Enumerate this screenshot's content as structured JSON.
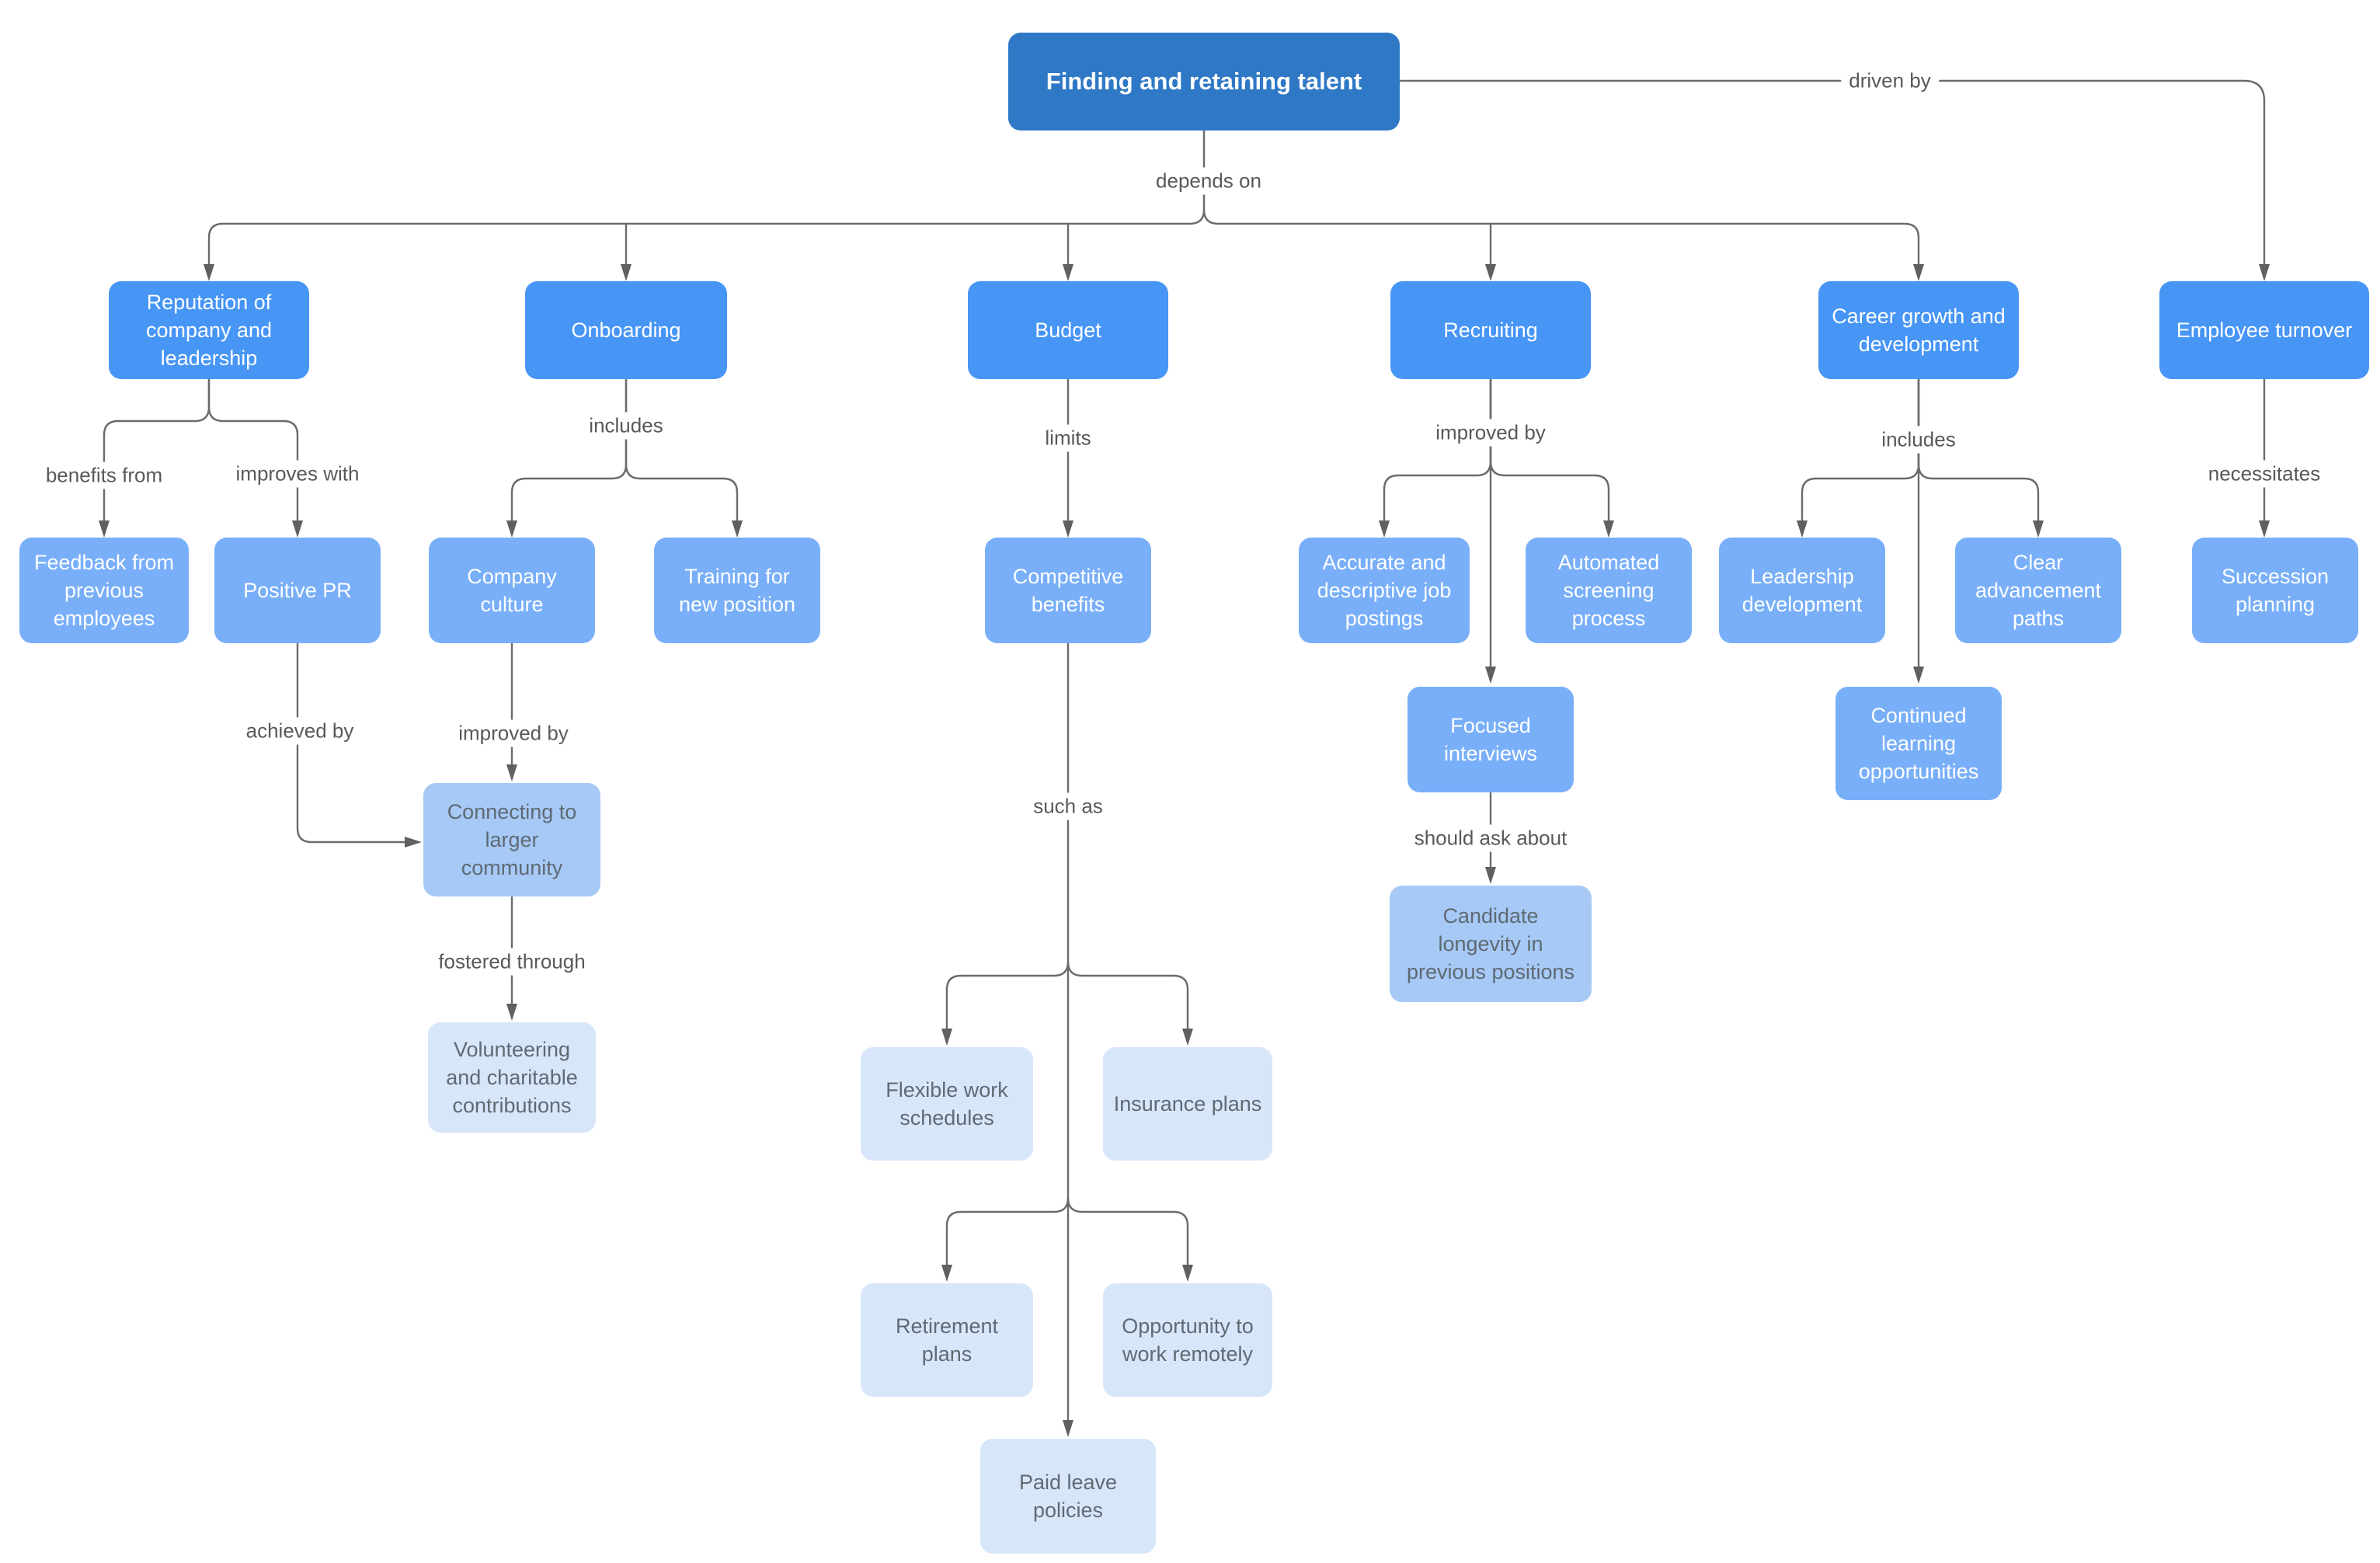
{
  "diagram": {
    "root_label": "Finding and retaining talent"
  },
  "nodes": [
    {
      "id": "finding-retaining-talent",
      "label": "Finding and retaining talent",
      "level": "root"
    },
    {
      "id": "reputation",
      "label": "Reputation of company and leadership",
      "level": "l1"
    },
    {
      "id": "onboarding",
      "label": "Onboarding",
      "level": "l1"
    },
    {
      "id": "budget",
      "label": "Budget",
      "level": "l1"
    },
    {
      "id": "recruiting",
      "label": "Recruiting",
      "level": "l1"
    },
    {
      "id": "career-growth",
      "label": "Career growth and development",
      "level": "l1"
    },
    {
      "id": "employee-turnover",
      "label": "Employee turnover",
      "level": "l1"
    },
    {
      "id": "feedback",
      "label": "Feedback from previous employees",
      "level": "l2"
    },
    {
      "id": "positive-pr",
      "label": "Positive PR",
      "level": "l2"
    },
    {
      "id": "company-culture",
      "label": "Company culture",
      "level": "l2"
    },
    {
      "id": "training",
      "label": "Training for new position",
      "level": "l2"
    },
    {
      "id": "competitive-benefits",
      "label": "Competitive benefits",
      "level": "l2"
    },
    {
      "id": "job-postings",
      "label": "Accurate and descriptive job postings",
      "level": "l2"
    },
    {
      "id": "screening",
      "label": "Automated screening process",
      "level": "l2"
    },
    {
      "id": "leadership-dev",
      "label": "Leadership development",
      "level": "l2"
    },
    {
      "id": "advancement",
      "label": "Clear advancement paths",
      "level": "l2"
    },
    {
      "id": "succession",
      "label": "Succession planning",
      "level": "l2"
    },
    {
      "id": "focused-interviews",
      "label": "Focused interviews",
      "level": "l2"
    },
    {
      "id": "continued-learning",
      "label": "Continued learning opportunities",
      "level": "l2"
    },
    {
      "id": "connecting-community",
      "label": "Connecting to larger community",
      "level": "l3"
    },
    {
      "id": "candidate-longevity",
      "label": "Candidate longevity in previous positions",
      "level": "l3"
    },
    {
      "id": "volunteering",
      "label": "Volunteering and charitable contributions",
      "level": "l4"
    },
    {
      "id": "flexible-work",
      "label": "Flexible work schedules",
      "level": "l4"
    },
    {
      "id": "insurance",
      "label": "Insurance plans",
      "level": "l4"
    },
    {
      "id": "retirement",
      "label": "Retirement plans",
      "level": "l4"
    },
    {
      "id": "remote-work",
      "label": "Opportunity to work remotely",
      "level": "l4"
    },
    {
      "id": "paid-leave",
      "label": "Paid leave policies",
      "level": "l4"
    }
  ],
  "edge_labels": [
    {
      "id": "depends-on",
      "text": "depends on"
    },
    {
      "id": "driven-by",
      "text": "driven by"
    },
    {
      "id": "benefits-from",
      "text": "benefits from"
    },
    {
      "id": "improves-with",
      "text": "improves with"
    },
    {
      "id": "includes-onboarding",
      "text": "includes"
    },
    {
      "id": "limits",
      "text": "limits"
    },
    {
      "id": "improved-by-recruiting",
      "text": "improved by"
    },
    {
      "id": "includes-career",
      "text": "includes"
    },
    {
      "id": "necessitates",
      "text": "necessitates"
    },
    {
      "id": "achieved-by",
      "text": "achieved by"
    },
    {
      "id": "improved-by-culture",
      "text": "improved by"
    },
    {
      "id": "such-as",
      "text": "such as"
    },
    {
      "id": "should-ask-about",
      "text": "should ask about"
    },
    {
      "id": "fostered-through",
      "text": "fostered through"
    }
  ],
  "relations": [
    {
      "from": "Finding and retaining talent",
      "label": "depends on",
      "to": [
        "Reputation of company and leadership",
        "Onboarding",
        "Budget",
        "Recruiting",
        "Career growth and development"
      ]
    },
    {
      "from": "Finding and retaining talent",
      "label": "driven by",
      "to": [
        "Employee turnover"
      ]
    },
    {
      "from": "Reputation of company and leadership",
      "label": "benefits from",
      "to": [
        "Feedback from previous employees"
      ]
    },
    {
      "from": "Reputation of company and leadership",
      "label": "improves with",
      "to": [
        "Positive PR"
      ]
    },
    {
      "from": "Onboarding",
      "label": "includes",
      "to": [
        "Company culture",
        "Training for new position"
      ]
    },
    {
      "from": "Budget",
      "label": "limits",
      "to": [
        "Competitive benefits"
      ]
    },
    {
      "from": "Recruiting",
      "label": "improved by",
      "to": [
        "Accurate and descriptive job postings",
        "Focused interviews",
        "Automated screening process"
      ]
    },
    {
      "from": "Career growth and development",
      "label": "includes",
      "to": [
        "Leadership development",
        "Continued learning opportunities",
        "Clear advancement paths"
      ]
    },
    {
      "from": "Employee turnover",
      "label": "necessitates",
      "to": [
        "Succession planning"
      ]
    },
    {
      "from": "Positive PR",
      "label": "achieved by",
      "to": [
        "Connecting to larger community"
      ]
    },
    {
      "from": "Company culture",
      "label": "improved by",
      "to": [
        "Connecting to larger community"
      ]
    },
    {
      "from": "Connecting to larger community",
      "label": "fostered through",
      "to": [
        "Volunteering and charitable contributions"
      ]
    },
    {
      "from": "Competitive benefits",
      "label": "such as",
      "to": [
        "Flexible work schedules",
        "Insurance plans",
        "Retirement plans",
        "Opportunity to work remotely",
        "Paid leave policies"
      ]
    },
    {
      "from": "Focused interviews",
      "label": "should ask about",
      "to": [
        "Candidate longevity in previous positions"
      ]
    }
  ],
  "colors": {
    "root_box": "#2e78c6",
    "l1_box": "#4795f5",
    "l2_box": "#79aff8",
    "l3_box": "#a6c9f6",
    "l4_box": "#d8e6fa",
    "box_text_light": "#ffffff",
    "box_text_dark": "#5f6a73",
    "edge_line": "#6b6b6b",
    "edge_label_text": "#595959",
    "background": "#ffffff"
  }
}
